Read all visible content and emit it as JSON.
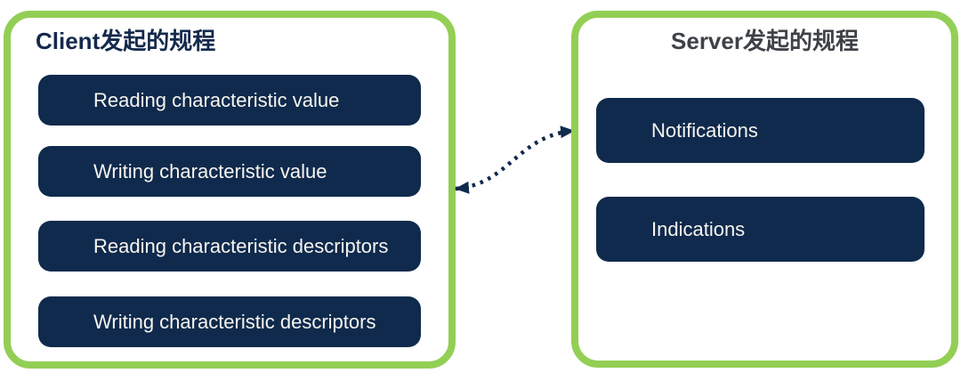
{
  "colors": {
    "panel-border": "#92CF54",
    "pill-bg": "#0F2A4D",
    "pill-text": "#F8F5EF",
    "client-title": "#14294C",
    "server-title": "#3E4247",
    "connector": "#0F2A4D",
    "background": "#FFFFFF"
  },
  "client_panel": {
    "title": "Client发起的规程",
    "items": [
      "Reading characteristic value",
      "Writing characteristic value",
      "Reading characteristic descriptors",
      "Writing characteristic descriptors"
    ]
  },
  "server_panel": {
    "title": "Server发起的规程",
    "items": [
      "Notifications",
      "Indications"
    ]
  },
  "connector": {
    "type": "dotted-double-headed-arrow"
  }
}
